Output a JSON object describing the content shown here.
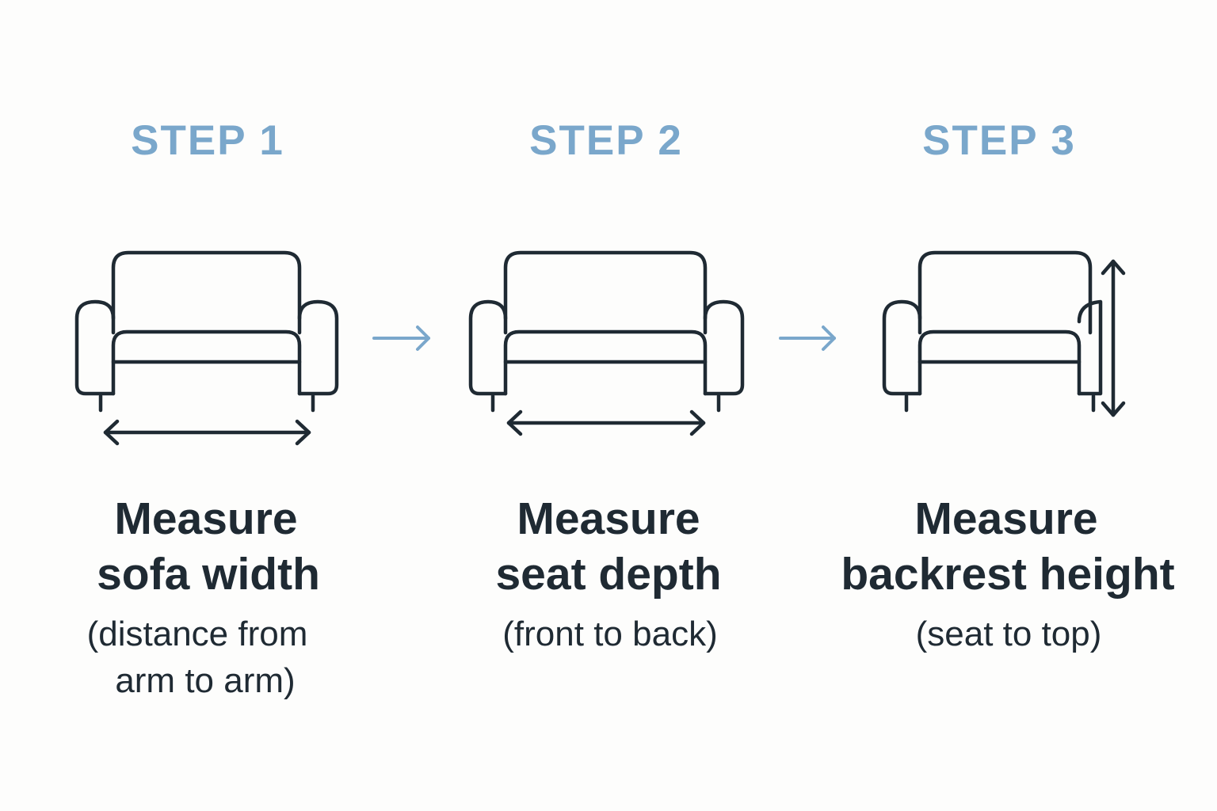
{
  "colors": {
    "accent": "#7aa7cb",
    "ink": "#1f2a33",
    "background": "#fdfdfc"
  },
  "steps": [
    {
      "label": "STEP 1",
      "title_line1": "Measure",
      "title_line2": "sofa width",
      "caption_line1": "(distance from",
      "caption_line2": "arm to arm)",
      "measure_icon": "horizontal-double-arrow-icon"
    },
    {
      "label": "STEP 2",
      "title_line1": "Measure",
      "title_line2": "seat depth",
      "caption_line1": "(front to back)",
      "caption_line2": "",
      "measure_icon": "horizontal-double-arrow-icon"
    },
    {
      "label": "STEP 3",
      "title_line1": "Measure",
      "title_line2": "backrest height",
      "caption_line1": "(seat to top)",
      "caption_line2": "",
      "measure_icon": "vertical-double-arrow-icon"
    }
  ],
  "connectors": [
    "right-arrow-icon",
    "right-arrow-icon"
  ]
}
